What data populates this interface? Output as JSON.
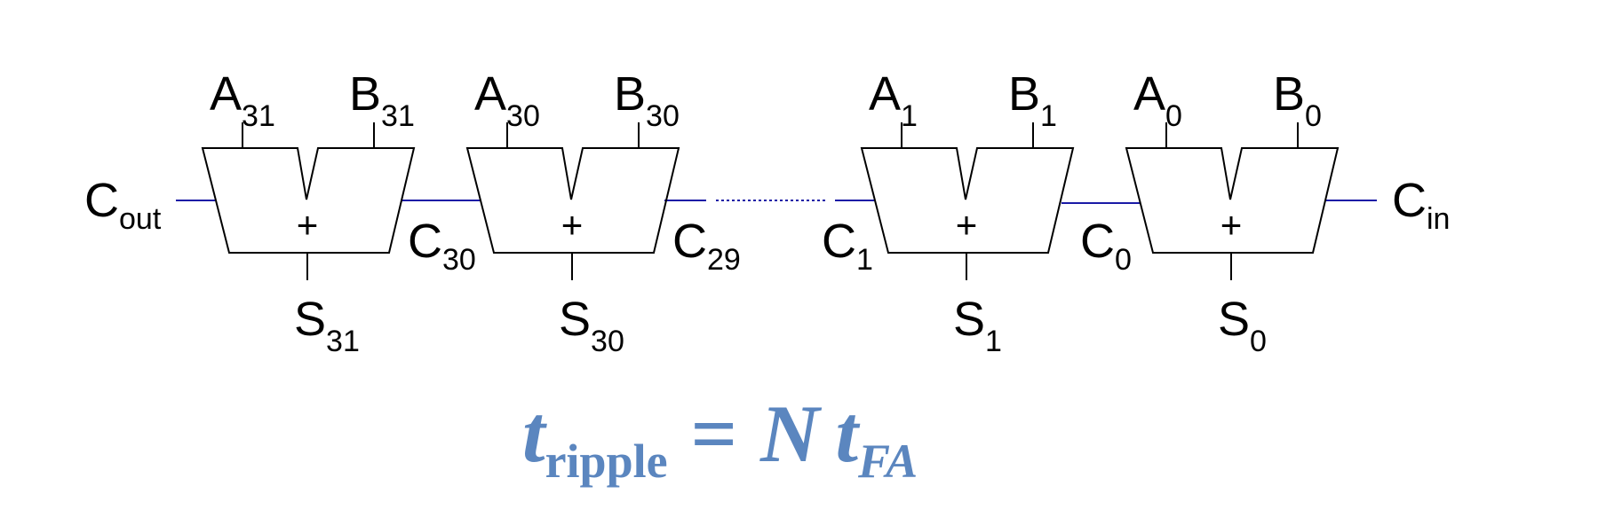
{
  "diagram": {
    "adders": [
      {
        "a_main": "A",
        "a_sub": "31",
        "b_main": "B",
        "b_sub": "31",
        "s_main": "S",
        "s_sub": "31",
        "op": "+"
      },
      {
        "a_main": "A",
        "a_sub": "30",
        "b_main": "B",
        "b_sub": "30",
        "s_main": "S",
        "s_sub": "30",
        "op": "+"
      },
      {
        "a_main": "A",
        "a_sub": "1",
        "b_main": "B",
        "b_sub": "1",
        "s_main": "S",
        "s_sub": "1",
        "op": "+"
      },
      {
        "a_main": "A",
        "a_sub": "0",
        "b_main": "B",
        "b_sub": "0",
        "s_main": "S",
        "s_sub": "0",
        "op": "+"
      }
    ],
    "carries": {
      "cout": {
        "main": "C",
        "sub": "out"
      },
      "c30": {
        "main": "C",
        "sub": "30"
      },
      "c29": {
        "main": "C",
        "sub": "29"
      },
      "c1": {
        "main": "C",
        "sub": "1"
      },
      "c0": {
        "main": "C",
        "sub": "0"
      },
      "cin": {
        "main": "C",
        "sub": "in"
      }
    },
    "wire_color": "#1a1aa6",
    "equation": {
      "t1": "t",
      "ripple": "ripple",
      "equals": "=",
      "n": "N",
      "t2": "t",
      "fa": "FA",
      "color": "#5b86bf"
    }
  }
}
